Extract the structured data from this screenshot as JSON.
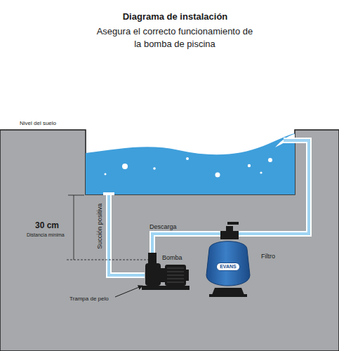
{
  "diagram": {
    "title": "Diagrama de instalación",
    "nodes": [
      {
        "text": [
          "Bomba"
        ]
      },
      {
        "text": [
          "Filtro",
          "EVANS"
        ]
      }
    ],
    "edges": [
      {
        "from": 0,
        "to": 1,
        "label": "Descarga",
        "arrow": "none"
      }
    ],
    "labels": [
      "Asegura el correcto funcionamiento de la bomba de piscina",
      "Nivel del suelo",
      "30 cm",
      "Distancia mínima",
      "Succión positiva",
      "Trampa de pelo"
    ]
  }
}
